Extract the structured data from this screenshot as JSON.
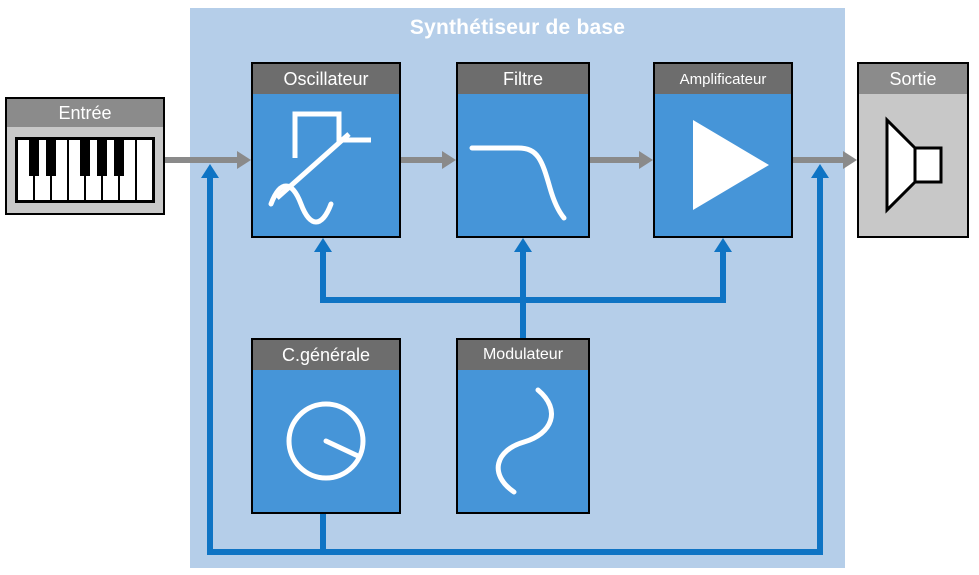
{
  "diagram": {
    "title": "Synthétiseur de base",
    "nodes": {
      "entree": "Entrée",
      "oscillateur": "Oscillateur",
      "filtre": "Filtre",
      "amplificateur": "Amplificateur",
      "sortie": "Sortie",
      "c_generale": "C.générale",
      "modulateur": "Modulateur"
    },
    "connections": {
      "signal_path": [
        "Entrée",
        "Oscillateur",
        "Filtre",
        "Amplificateur",
        "Sortie"
      ],
      "modulation_targets_of_modulateur": [
        "Oscillateur",
        "Filtre",
        "Amplificateur"
      ],
      "control_targets_of_c_generale": [
        "signal line after Entrée",
        "signal line before Sortie"
      ]
    },
    "colors": {
      "container_fill": "#b5cee9",
      "module_fill": "#4695d8",
      "module_header": "#6d6d6d",
      "io_fill": "#c8c8c8",
      "io_header": "#8b8b8b",
      "signal_arrow": "#8a8a8a",
      "modulation_arrow": "#0f74c4",
      "border": "#000000",
      "title_text": "#ffffff"
    }
  }
}
